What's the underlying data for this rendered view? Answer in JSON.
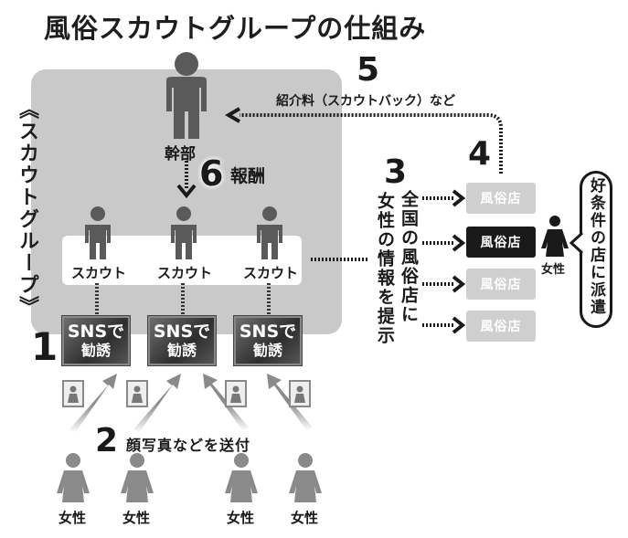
{
  "title": "風俗スカウトグループの仕組み",
  "group_label": "《スカウトグループ》",
  "executive": {
    "label": "幹部"
  },
  "scouts": [
    {
      "label": "スカウト"
    },
    {
      "label": "スカウト"
    },
    {
      "label": "スカウト"
    }
  ],
  "sns_boxes": [
    {
      "line1": "SNSで",
      "line2": "勧誘"
    },
    {
      "line1": "SNSで",
      "line2": "勧誘"
    },
    {
      "line1": "SNSで",
      "line2": "勧誘"
    }
  ],
  "women_bottom": [
    {
      "label": "女性"
    },
    {
      "label": "女性"
    },
    {
      "label": "女性"
    },
    {
      "label": "女性"
    }
  ],
  "woman_right": {
    "label": "女性"
  },
  "steps": {
    "s1": {
      "number": "1"
    },
    "s2": {
      "number": "2",
      "text": "顔写真などを送付"
    },
    "s3": {
      "number": "3",
      "text_col1": "女性の情報を提示",
      "text_col2": "全国の風俗店に"
    },
    "s4": {
      "number": "4"
    },
    "s5": {
      "number": "5",
      "text": "紹介料（スカウトバック）など"
    },
    "s6": {
      "number": "6",
      "text": "報酬"
    }
  },
  "shops": [
    {
      "label": "風俗店",
      "active": false
    },
    {
      "label": "風俗店",
      "active": true
    },
    {
      "label": "風俗店",
      "active": false
    },
    {
      "label": "風俗店",
      "active": false
    }
  ],
  "dispatch_bubble": "好条件の店に派遣",
  "colors": {
    "figure_gray": "#5a5a5a",
    "group_bg": "#c9c9c9",
    "dark": "#1a1a1a",
    "shop_gray": "#cfcfcf"
  }
}
